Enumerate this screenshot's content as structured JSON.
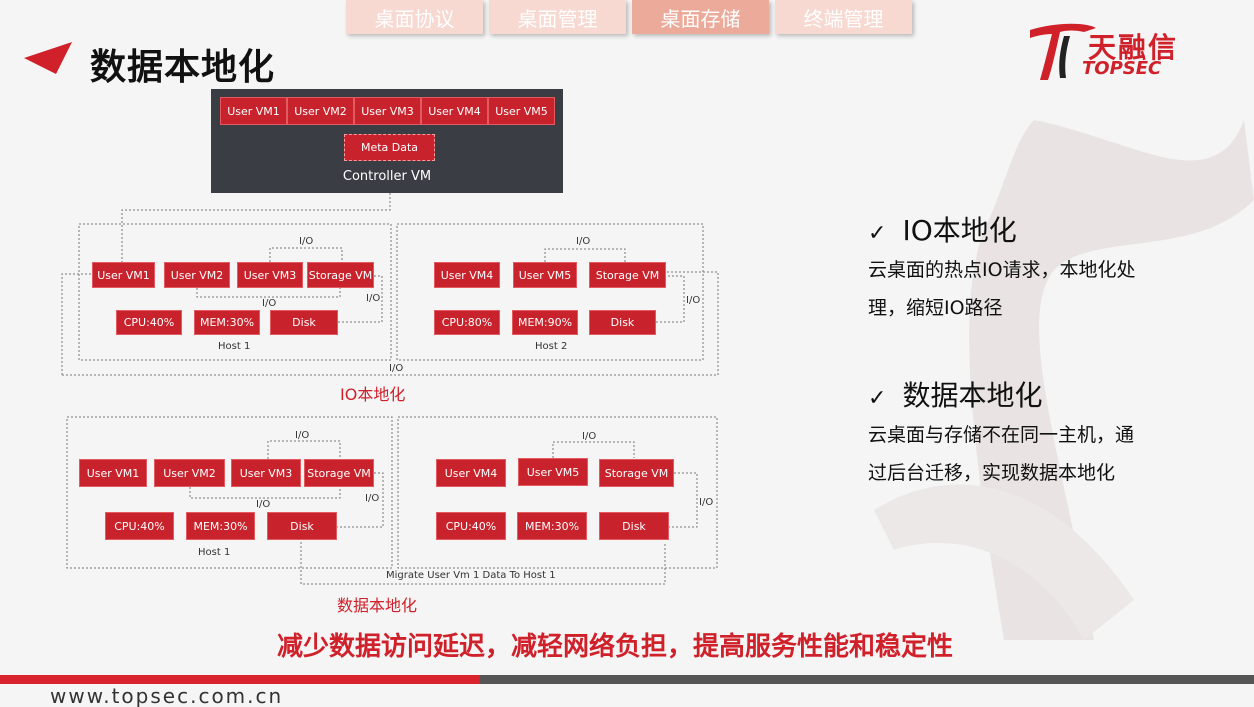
{
  "tabs": [
    "桌面协议",
    "桌面管理",
    "桌面存储",
    "终端管理"
  ],
  "title": "数据本地化",
  "logo": {
    "cn": "天融信",
    "en": "TOPSEC"
  },
  "controller": {
    "vms": [
      "User VM1",
      "User VM2",
      "User VM3",
      "User VM4",
      "User VM5"
    ],
    "meta": "Meta  Data",
    "label": "Controller  VM"
  },
  "diagram1": {
    "host1": {
      "vms": [
        "User VM1",
        "User VM2",
        "User VM3",
        "Storage VM"
      ],
      "res": [
        "CPU:40%",
        "MEM:30%",
        "Disk"
      ],
      "label": "Host 1"
    },
    "host2": {
      "vms": [
        "User VM4",
        "User VM5",
        "Storage VM"
      ],
      "res": [
        "CPU:80%",
        "MEM:90%",
        "Disk"
      ],
      "label": "Host 2"
    },
    "io": "I/O",
    "caption": "IO本地化"
  },
  "diagram2": {
    "host1": {
      "vms": [
        "User VM1",
        "User VM2",
        "User VM3",
        "Storage VM"
      ],
      "res": [
        "CPU:40%",
        "MEM:30%",
        "Disk"
      ],
      "label": "Host 1"
    },
    "host2": {
      "vms": [
        "User VM4",
        "User VM5",
        "Storage VM"
      ],
      "res": [
        "CPU:40%",
        "MEM:30%",
        "Disk"
      ]
    },
    "io": "I/O",
    "migrate": "Migrate  User  Vm 1 Data To  Host  1",
    "caption": "数据本地化"
  },
  "points": [
    {
      "heading": "IO本地化",
      "text": "云桌面的热点IO请求，本地化处理，缩短IO路径"
    },
    {
      "heading": "数据本地化",
      "text": "云桌面与存储不在同一主机，通过后台迁移，实现数据本地化"
    }
  ],
  "check_mark": "✓",
  "slogan": "减少数据访问延迟，减轻网络负担，提高服务性能和稳定性",
  "url": "www.topsec.com.cn",
  "colors": {
    "accent": "#d0202a",
    "box": "#c8232c",
    "controller": "#3a3d44"
  }
}
